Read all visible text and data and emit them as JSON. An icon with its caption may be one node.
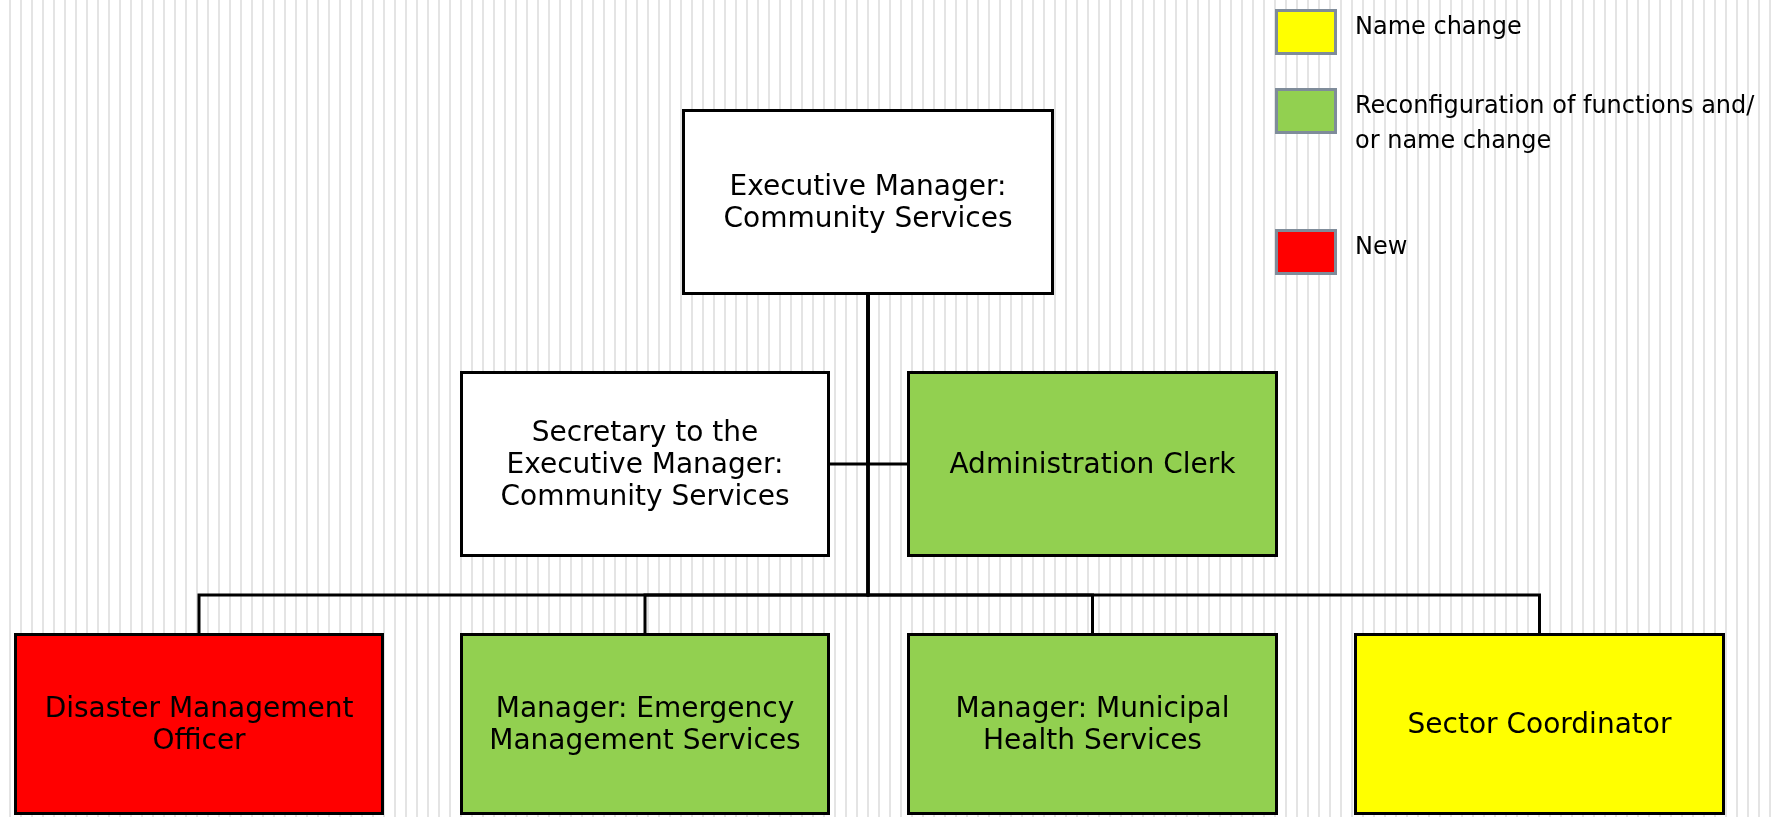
{
  "diagram": {
    "nodes": [
      {
        "text": [
          "Executive Manager: Community Services"
        ]
      },
      {
        "text": [
          "Secretary to the Executive Manager: Community Services"
        ]
      },
      {
        "text": [
          "Administration Clerk"
        ]
      },
      {
        "text": [
          "Disaster Management Officer"
        ]
      },
      {
        "text": [
          "Manager: Emergency Management Services"
        ]
      },
      {
        "text": [
          "Manager: Municipal Health Services"
        ]
      },
      {
        "text": [
          "Sector Coordinator"
        ]
      }
    ],
    "edges": [
      {
        "from": 0,
        "to": 1,
        "arrow": "none"
      },
      {
        "from": 0,
        "to": 2,
        "arrow": "none"
      },
      {
        "from": 0,
        "to": 3,
        "arrow": "none"
      },
      {
        "from": 0,
        "to": 4,
        "arrow": "none"
      },
      {
        "from": 0,
        "to": 5,
        "arrow": "none"
      },
      {
        "from": 0,
        "to": 6,
        "arrow": "none"
      }
    ],
    "legend": [
      {
        "text": "Name change",
        "color": "#ffff00"
      },
      {
        "text": "Reconfiguration of functions and/ or name change",
        "color": "#92d050"
      },
      {
        "text": "New",
        "color": "#ff0000"
      }
    ]
  }
}
